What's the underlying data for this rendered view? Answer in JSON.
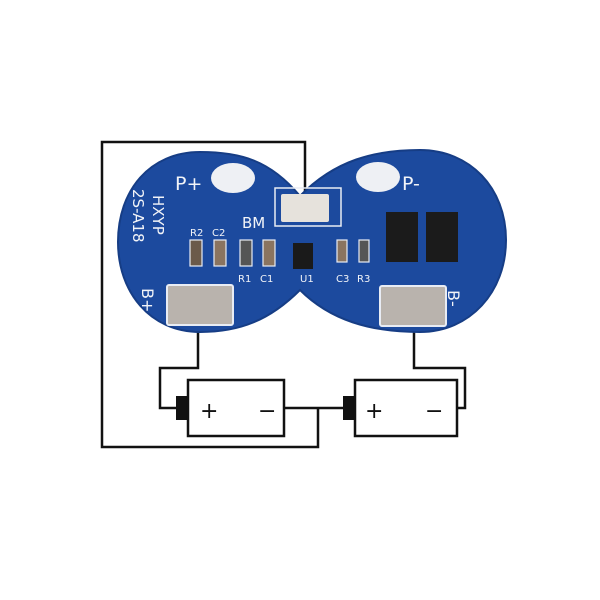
{
  "board": {
    "label_p_plus": "P+",
    "label_p_minus": "P-",
    "label_brand": "HXYP",
    "label_model": "2S-A18",
    "label_bm": "BM",
    "label_b_plus": "B+",
    "label_b_minus": "B-",
    "components": {
      "r2": "R2",
      "c2": "C2",
      "r1": "R1",
      "c1": "C1",
      "u1": "U1",
      "c3": "C3",
      "r3": "R3"
    },
    "pcb_color": "#1c4a9e"
  },
  "batteries": [
    {
      "plus": "+",
      "minus": "−"
    },
    {
      "plus": "+",
      "minus": "−"
    }
  ]
}
